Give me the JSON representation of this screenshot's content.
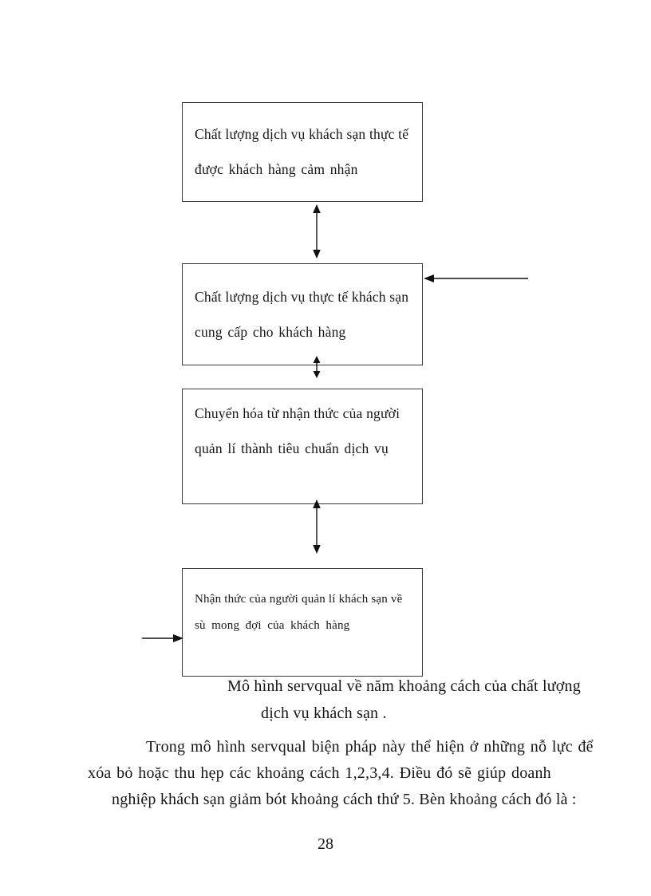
{
  "diagram": {
    "boxes": [
      {
        "name": "perceived-quality",
        "line1": "Chất lượng  dịch vụ khách sạn thực tế",
        "line2": "được khách hàng cảm nhận"
      },
      {
        "name": "delivered-quality",
        "line1": "Chất lượng  dịch vụ thực tế khách sạn",
        "line2": "cung cấp cho khách hàng"
      },
      {
        "name": "standards-translation",
        "line1": "Chuyển  hóa  từ  nhận  thức  của  người",
        "line2": "quản lí thành tiêu chuẩn dịch vụ"
      },
      {
        "name": "management-perception",
        "line1": "Nhận  thức  của  người  quản  lí  khách  sạn  về",
        "line2": "sù mong  đợi của khách hàng"
      }
    ],
    "arrows": [
      "double-arrow-box1-box2",
      "double-arrow-box2-box3",
      "double-arrow-box3-box4",
      "arrow-into-box2-from-right",
      "arrow-into-box4-from-left"
    ]
  },
  "caption": {
    "line1": "Mô hình servqual về năm khoảng cách của chất lượng",
    "line2": "dịch vụ khách sạn ."
  },
  "paragraph": {
    "line1": "Trong mô hình servqual biện pháp này thể hiện ở những nỗ lực để",
    "line2": "xóa bỏ hoặc thu hẹp các khoảng cách 1,2,3,4. Điều đó sẽ giúp doanh",
    "line3": "nghiệp khách sạn giảm bót khoảng cách thứ 5. Bèn khoảng cách đó là :"
  },
  "footer": {
    "page_number": "28"
  }
}
